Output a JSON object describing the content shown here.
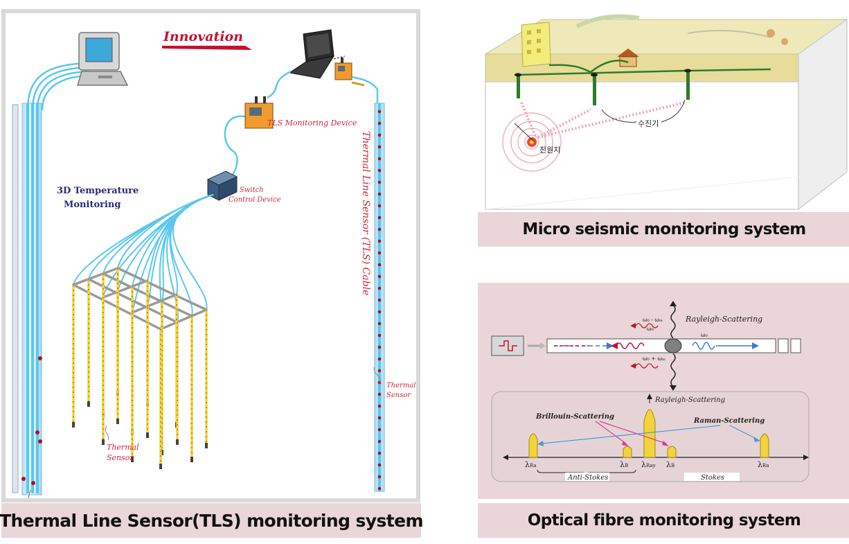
{
  "colors": {
    "accent_red": "#d0263c",
    "cable_blue": "#5ac8f0",
    "sensor_yellow": "#f3d23b",
    "panel_pink": "#ead5d8",
    "navy_text": "#2b2b7a"
  },
  "tls": {
    "innovation": "Innovation",
    "monitoring_device": "TLS Monitoring Device",
    "switch_device_line1": "Switch",
    "switch_device_line2": "Control Device",
    "temperature_line1": "3D Temperature",
    "temperature_line2": "Monitoring",
    "cable_label": "Thermal Line Sensor (TLS) Cable",
    "thermal_sensor_right_line1": "Thermal",
    "thermal_sensor_right_line2": "Sensor",
    "thermal_sensor_bottom_line1": "Thermal",
    "thermal_sensor_bottom_line2": "Sensor",
    "caption": "Thermal Line Sensor(TLS) monitoring system"
  },
  "seismic": {
    "receiver_label": "수진기",
    "epicenter_label": "진원지",
    "caption": "Micro seismic monitoring system"
  },
  "fibre": {
    "rayleigh_top": "Rayleigh-Scattering",
    "freq_minus": "ω₀ - ωₘ",
    "freq_0": "ω₀",
    "freq_plus": "ω₀ + ωₘ",
    "freq_right": "ω₀",
    "rayleigh_spectrum": "Rayleigh-Scattering",
    "brillouin": "Brillouin-Scattering",
    "raman": "Raman-Scattering",
    "lambda_symbol": "λ",
    "sub_ra": "Ra",
    "sub_b": "B",
    "sub_ray": "Ray",
    "anti_stokes": "Anti-Stokes",
    "stokes": "Stokes",
    "caption": "Optical fibre monitoring system"
  }
}
